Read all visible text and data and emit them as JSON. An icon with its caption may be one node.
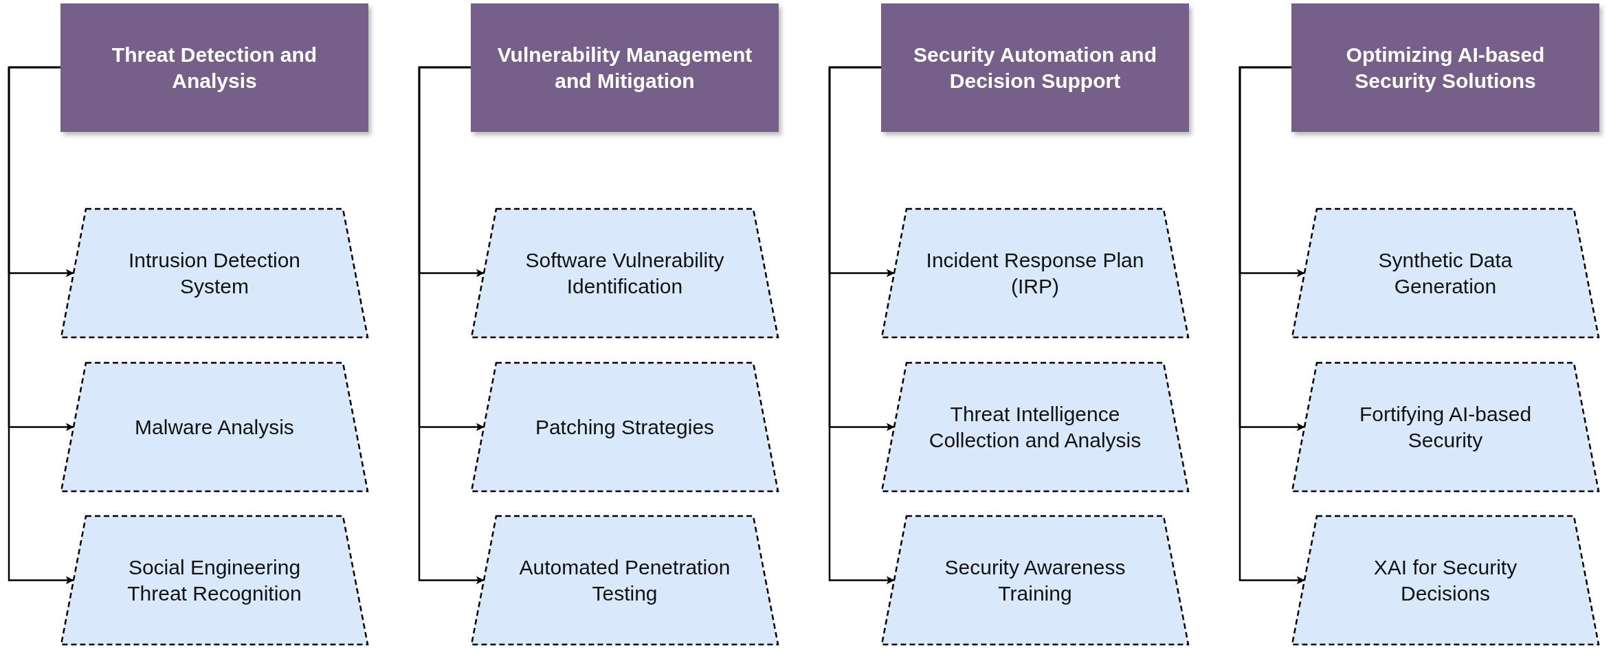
{
  "diagram": {
    "nodes": [
      {
        "text": [
          "Threat Detection and Analysis"
        ]
      },
      {
        "text": [
          "Intrusion Detection System"
        ]
      },
      {
        "text": [
          "Malware Analysis"
        ]
      },
      {
        "text": [
          "Social Engineering Threat Recognition"
        ]
      },
      {
        "text": [
          "Vulnerability Management and Mitigation"
        ]
      },
      {
        "text": [
          "Software Vulnerability Identification"
        ]
      },
      {
        "text": [
          "Patching Strategies"
        ]
      },
      {
        "text": [
          "Automated Penetration Testing"
        ]
      },
      {
        "text": [
          "Security Automation and Decision Support"
        ]
      },
      {
        "text": [
          "Incident Response Plan (IRP)"
        ]
      },
      {
        "text": [
          "Threat Intelligence Collection and Analysis"
        ]
      },
      {
        "text": [
          "Security Awareness Training"
        ]
      },
      {
        "text": [
          "Optimizing AI-based Security Solutions"
        ]
      },
      {
        "text": [
          "Synthetic Data Generation"
        ]
      },
      {
        "text": [
          "Fortifying AI-based Security"
        ]
      },
      {
        "text": [
          "XAI for Security Decisions"
        ]
      }
    ],
    "edges": [
      {
        "from": 0,
        "to": 1,
        "arrow": "to"
      },
      {
        "from": 0,
        "to": 2,
        "arrow": "to"
      },
      {
        "from": 0,
        "to": 3,
        "arrow": "to"
      },
      {
        "from": 4,
        "to": 5,
        "arrow": "to"
      },
      {
        "from": 4,
        "to": 6,
        "arrow": "to"
      },
      {
        "from": 4,
        "to": 7,
        "arrow": "to"
      },
      {
        "from": 8,
        "to": 9,
        "arrow": "to"
      },
      {
        "from": 8,
        "to": 10,
        "arrow": "to"
      },
      {
        "from": 8,
        "to": 11,
        "arrow": "to"
      },
      {
        "from": 12,
        "to": 13,
        "arrow": "to"
      },
      {
        "from": 12,
        "to": 14,
        "arrow": "to"
      },
      {
        "from": 12,
        "to": 15,
        "arrow": "to"
      }
    ]
  }
}
